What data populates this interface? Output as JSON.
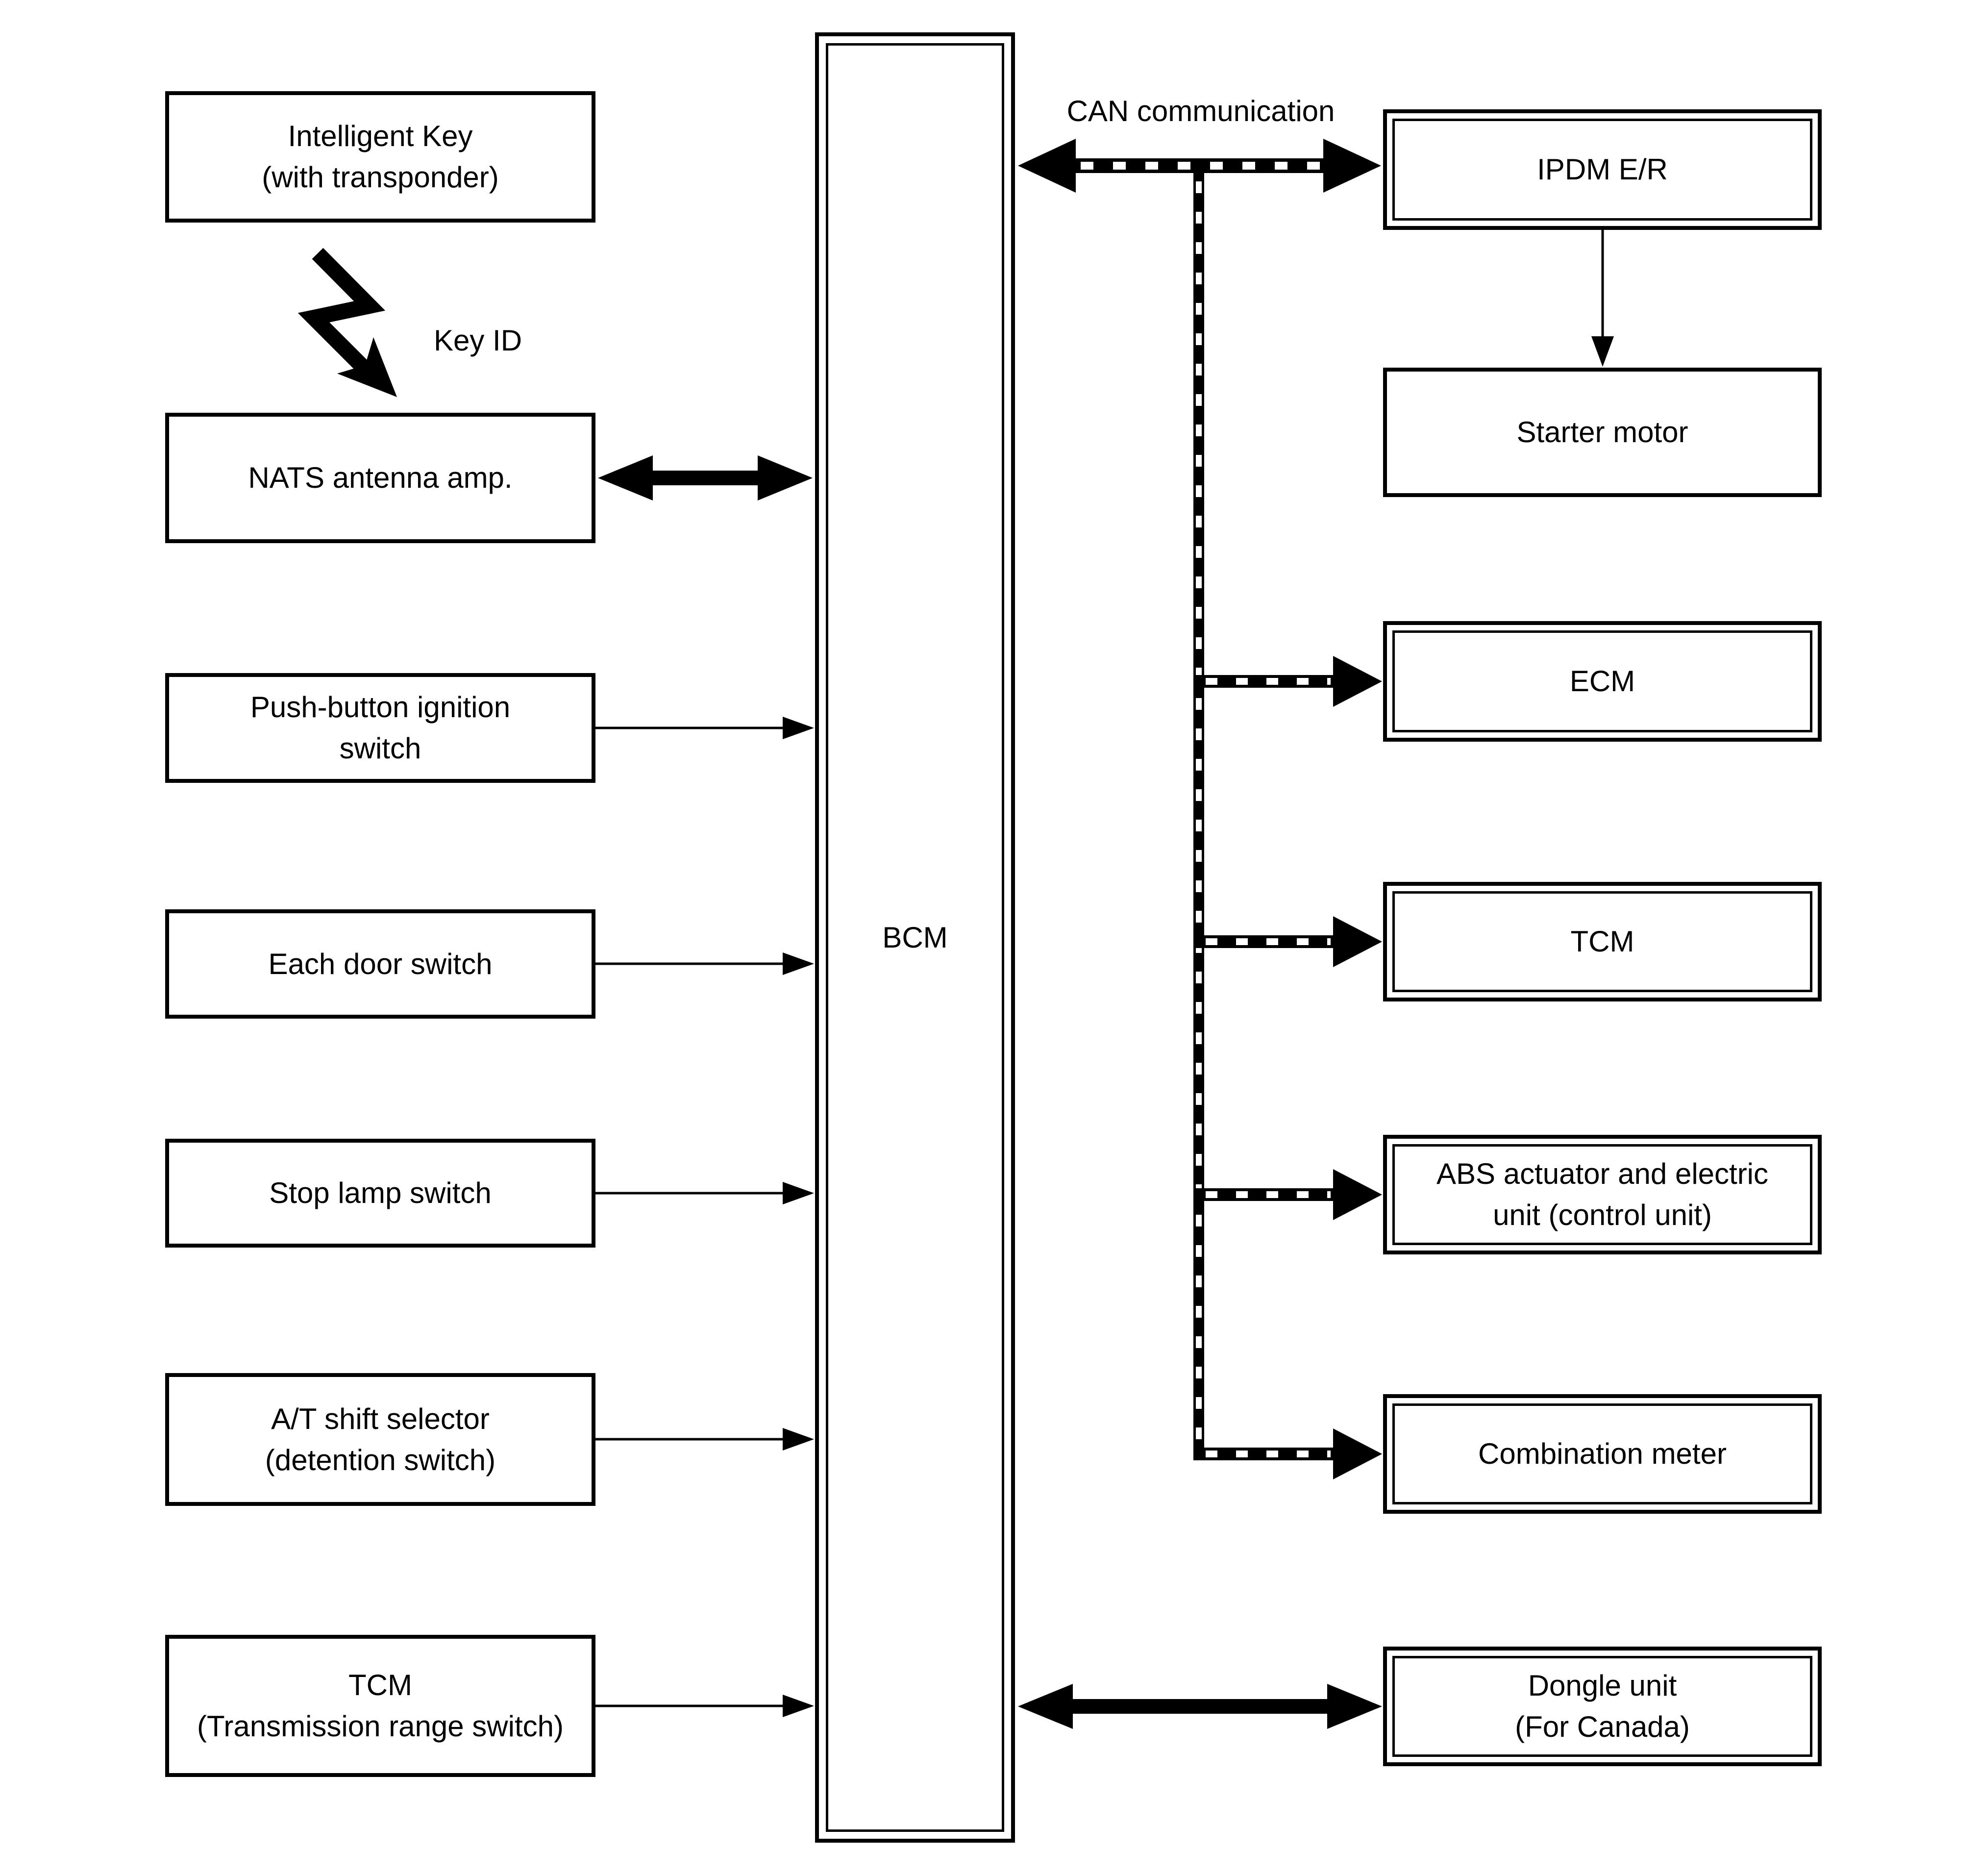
{
  "diagram": {
    "bcm": {
      "label": "BCM"
    },
    "captions": {
      "can": "CAN communication",
      "key_id": "Key ID"
    },
    "left_column": [
      {
        "name": "intelligent-key",
        "lines": [
          "Intelligent Key",
          "(with transponder)"
        ]
      },
      {
        "name": "nats-antenna-amp",
        "lines": [
          "NATS antenna amp."
        ]
      },
      {
        "name": "push-button-ignition-switch",
        "lines": [
          "Push-button ignition",
          "switch"
        ]
      },
      {
        "name": "each-door-switch",
        "lines": [
          "Each door switch"
        ]
      },
      {
        "name": "stop-lamp-switch",
        "lines": [
          "Stop lamp switch"
        ]
      },
      {
        "name": "at-shift-selector",
        "lines": [
          "A/T shift selector",
          "(detention switch)"
        ]
      },
      {
        "name": "tcm-transmission-range-switch",
        "lines": [
          "TCM",
          "(Transmission range switch)"
        ]
      }
    ],
    "right_column": [
      {
        "name": "ipdm-er",
        "border": "double",
        "lines": [
          "IPDM E/R"
        ]
      },
      {
        "name": "starter-motor",
        "border": "single",
        "lines": [
          "Starter motor"
        ]
      },
      {
        "name": "ecm",
        "border": "double",
        "lines": [
          "ECM"
        ]
      },
      {
        "name": "tcm",
        "border": "double",
        "lines": [
          "TCM"
        ]
      },
      {
        "name": "abs-actuator",
        "border": "double",
        "lines": [
          "ABS actuator and electric",
          "unit (control unit)"
        ]
      },
      {
        "name": "combination-meter",
        "border": "double",
        "lines": [
          "Combination meter"
        ]
      },
      {
        "name": "dongle-unit",
        "border": "double",
        "lines": [
          "Dongle unit",
          "(For Canada)"
        ]
      }
    ],
    "connections": [
      {
        "name": "key-id-wireless-arrow",
        "label": "Key ID"
      },
      {
        "name": "nats-antenna-bcm-two-way-arrow",
        "label": ""
      },
      {
        "name": "can-bus",
        "label": "CAN communication"
      },
      {
        "name": "bcm-dongle-two-way-arrow",
        "label": ""
      },
      {
        "name": "ipdm-starter-arrow",
        "label": ""
      }
    ],
    "colors": {
      "ink": "#000000",
      "background": "#ffffff"
    }
  }
}
